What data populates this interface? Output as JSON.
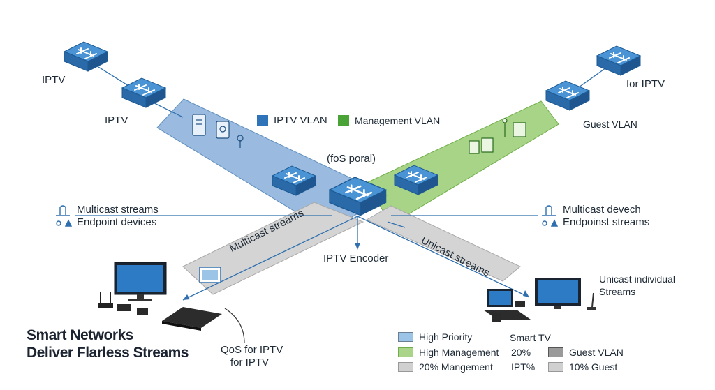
{
  "legend_top": {
    "iptv_vlan": {
      "label": "IPTV VLAN",
      "color": "#2f73b8"
    },
    "management_vlan": {
      "label": "Management VLAN",
      "color": "#4aa336"
    }
  },
  "labels": {
    "iptv_1": "IPTV",
    "iptv_2": "IPTV",
    "for_iptv": "for IPTV",
    "guest_vlan": "Guest VLAN",
    "portal": "(foS  poral)",
    "left_info": [
      "Multicast streams",
      "Endpoint devices"
    ],
    "right_info": [
      "Multicast devech",
      "Endpoinst streams"
    ],
    "iptv_encoder": "IPTV Encoder",
    "multicast_band": "Multicast streams",
    "unicast_band": "Unicast streams",
    "unicast_individual": [
      "Unicast individual",
      "Streams"
    ],
    "smart_tv": "Smart TV",
    "qos": [
      "QoS for IPTV",
      "for IPTV"
    ]
  },
  "title": [
    "Smart Networks",
    "Deliver Flarless Streams"
  ],
  "legend_bottom": {
    "row1": {
      "label": "High Priority",
      "color": "#9cc4e6"
    },
    "row2": {
      "label": "High Management",
      "value": "20%",
      "color": "#a9d48a"
    },
    "row2b": {
      "label": "Guest VLAN",
      "color": "#9a9a9a"
    },
    "row3": {
      "label": "20% Mangement",
      "value": "IPT%",
      "color": "#d0d0d0"
    },
    "row3b": {
      "label": "10% Guest",
      "color": "#d0d0d0"
    }
  },
  "colors": {
    "blue_band": "#8fb4dc",
    "green_band": "#9fcf7a",
    "gray_band": "#d4d4d4",
    "switch_top": "#3c86c8",
    "switch_side": "#1f5f9c",
    "line": "#2f6fae"
  }
}
